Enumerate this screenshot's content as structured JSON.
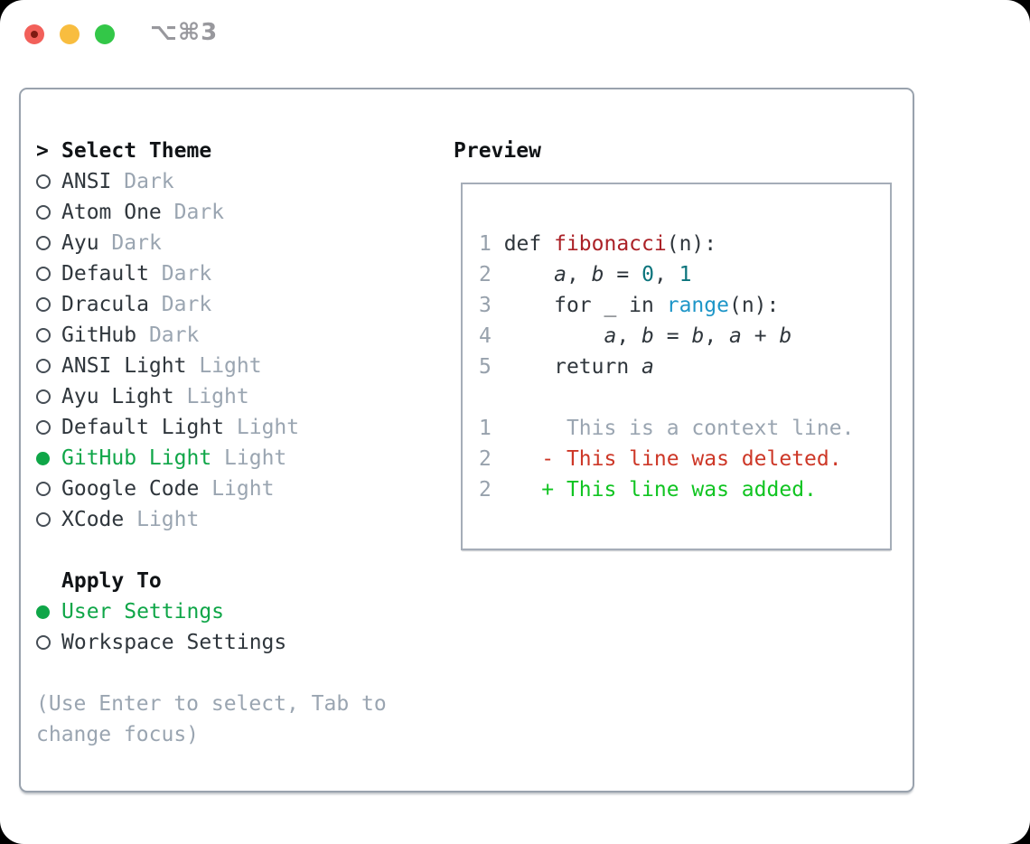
{
  "window": {
    "title": "⌥⌘3",
    "controls": [
      {
        "name": "close"
      },
      {
        "name": "minimize"
      },
      {
        "name": "zoom"
      }
    ]
  },
  "colors": {
    "ink": "#2f363c",
    "black": "#101316",
    "muted": "#9aa5b1",
    "green-sel": "#0fa648",
    "green-add": "#10c421",
    "red-del": "#cd3727",
    "red-fn": "#ab2127",
    "teal-num": "#0b747c",
    "blue-blt": "#1e96c8",
    "ln": "#97a1ac",
    "border-panel": "#99a2ad",
    "border-box": "#a5adb8",
    "title": "#98989d",
    "tl-red": "#f2605a",
    "tl-red-dot": "#7e1a12",
    "tl-yellow": "#f8bd3f",
    "tl-green": "#33c748"
  },
  "theme_panel": {
    "prompt_marker": ">",
    "heading": "Select Theme",
    "themes": [
      {
        "name": "ANSI",
        "variant": "Dark",
        "selected": false
      },
      {
        "name": "Atom One",
        "variant": "Dark",
        "selected": false
      },
      {
        "name": "Ayu",
        "variant": "Dark",
        "selected": false
      },
      {
        "name": "Default",
        "variant": "Dark",
        "selected": false
      },
      {
        "name": "Dracula",
        "variant": "Dark",
        "selected": false
      },
      {
        "name": "GitHub",
        "variant": "Dark",
        "selected": false
      },
      {
        "name": "ANSI Light",
        "variant": "Light",
        "selected": false
      },
      {
        "name": "Ayu Light",
        "variant": "Light",
        "selected": false
      },
      {
        "name": "Default Light",
        "variant": "Light",
        "selected": false
      },
      {
        "name": "GitHub Light",
        "variant": "Light",
        "selected": true
      },
      {
        "name": "Google Code",
        "variant": "Light",
        "selected": false
      },
      {
        "name": "XCode",
        "variant": "Light",
        "selected": false
      }
    ],
    "apply_to": {
      "heading": "Apply To",
      "options": [
        {
          "label": "User Settings",
          "selected": true
        },
        {
          "label": "Workspace Settings",
          "selected": false
        }
      ]
    },
    "hint": "(Use Enter to select, Tab to change focus)"
  },
  "preview": {
    "heading": "Preview",
    "code_lines": [
      {
        "segments": [
          {
            "t": "1 ",
            "s": "ln"
          },
          {
            "t": "def ",
            "s": "code"
          },
          {
            "t": "fibonacci",
            "s": "fn"
          },
          {
            "t": "(n):",
            "s": "code"
          }
        ]
      },
      {
        "segments": [
          {
            "t": "2",
            "s": "ln"
          },
          {
            "t": "     ",
            "s": "code"
          },
          {
            "t": "a",
            "s": "var"
          },
          {
            "t": ", ",
            "s": "code"
          },
          {
            "t": "b",
            "s": "var"
          },
          {
            "t": " = ",
            "s": "code"
          },
          {
            "t": "0",
            "s": "num"
          },
          {
            "t": ", ",
            "s": "code"
          },
          {
            "t": "1",
            "s": "num"
          }
        ]
      },
      {
        "segments": [
          {
            "t": "3",
            "s": "ln"
          },
          {
            "t": "     for _ in ",
            "s": "code"
          },
          {
            "t": "range",
            "s": "blt"
          },
          {
            "t": "(n):",
            "s": "code"
          }
        ]
      },
      {
        "segments": [
          {
            "t": "4",
            "s": "ln"
          },
          {
            "t": "         ",
            "s": "code"
          },
          {
            "t": "a",
            "s": "var"
          },
          {
            "t": ", ",
            "s": "code"
          },
          {
            "t": "b",
            "s": "var"
          },
          {
            "t": " = ",
            "s": "code"
          },
          {
            "t": "b",
            "s": "var"
          },
          {
            "t": ", ",
            "s": "code"
          },
          {
            "t": "a",
            "s": "var"
          },
          {
            "t": " + ",
            "s": "code"
          },
          {
            "t": "b",
            "s": "var"
          }
        ]
      },
      {
        "segments": [
          {
            "t": "5",
            "s": "ln"
          },
          {
            "t": "     return ",
            "s": "code"
          },
          {
            "t": "a",
            "s": "var"
          }
        ]
      }
    ],
    "diff_lines": [
      {
        "type": "context",
        "segments": [
          {
            "t": "1",
            "s": "ln"
          },
          {
            "t": "      This is a context line.",
            "s": "ctx"
          }
        ]
      },
      {
        "type": "deleted",
        "segments": [
          {
            "t": "2",
            "s": "ln"
          },
          {
            "t": "    ",
            "s": "code"
          },
          {
            "t": "- This line was deleted.",
            "s": "del"
          }
        ]
      },
      {
        "type": "added",
        "segments": [
          {
            "t": "2",
            "s": "ln"
          },
          {
            "t": "    ",
            "s": "code"
          },
          {
            "t": "+ This line was added.",
            "s": "add"
          }
        ]
      }
    ]
  }
}
